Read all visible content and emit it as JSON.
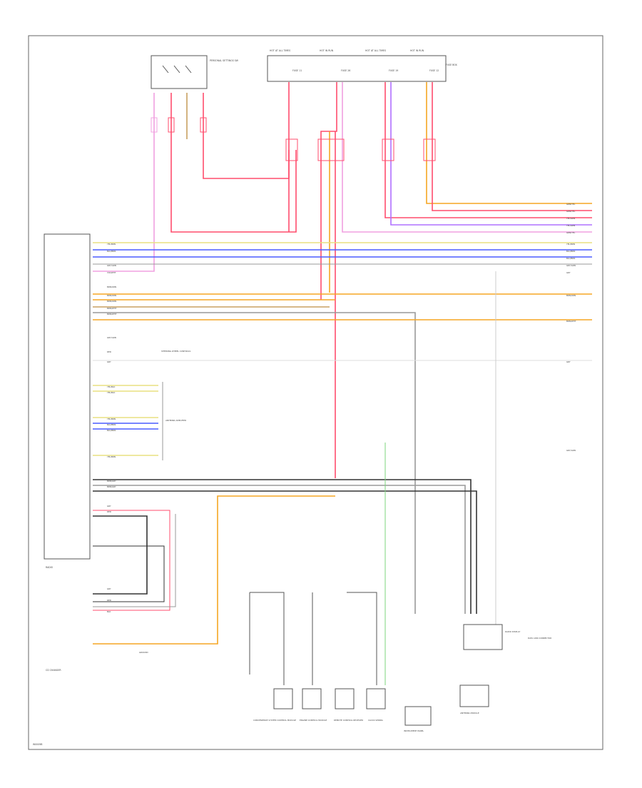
{
  "diagram": {
    "page_code": "W0009B",
    "colors": {
      "pink": "#f0a0e0",
      "red": "#ff4d6d",
      "orange": "#f5a623",
      "yellow": "#e8e080",
      "blue": "#4a5cff",
      "violet": "#b070ff",
      "black": "#333333",
      "gray": "#999999",
      "green": "#7ed57e",
      "tan": "#c8a060"
    },
    "header": {
      "switch_box_label": "PERSONAL SETTINGS SW",
      "fuse_labels": [
        "HOT AT ALL TIMES",
        "HOT IN RUN",
        "HOT AT ALL TIMES",
        "HOT IN RUN"
      ],
      "fuse_names": [
        "FUSE 11",
        "FUSE 26",
        "FUSE 19",
        "FUSE 12"
      ],
      "fuse_right_label": "FUSE BOX"
    },
    "module": {
      "label": "RADIO",
      "bottom_label": "CD CHANGER"
    },
    "right_wire_labels": [
      "GRN/YEL",
      "GRN/YEL",
      "YEL/GRN",
      "YEL/GRN",
      "GRN/YEL",
      "YEL/BRN",
      "BLU/BRN",
      "BLU/BRN",
      "GRY/GRN",
      "GRY",
      "BRN/ORN",
      "BRN/WHT",
      "GRY",
      "GRY/GRN"
    ],
    "left_wire_labels": [
      "YEL/BRN",
      "BLU/BRN",
      "GRY/GRN",
      "VIO/WHT",
      "BRN/ORN",
      "BRN/ORN",
      "BRN/ORN",
      "BRN/WHT",
      "BRN/WHT",
      "GRY/GRN",
      "RED",
      "GRY",
      "YEL/BLK",
      "YEL/BLK",
      "YEL/BRN",
      "BLU/BRN",
      "BLU/BRN",
      "YEL/BRN",
      "BRN/GRY",
      "BRN/GRY",
      "GRY",
      "RED",
      "GRY",
      "RED",
      "BLK"
    ],
    "annotations": {
      "steering_control": "STEERING WHEEL CONTROLS",
      "antenna": "ANTENNA AMPLIFIER",
      "ground": "GROUND",
      "data_link": "DATA LINK CONNECTOR"
    },
    "bottom_components": [
      "CONVENIENCE SYSTEM CONTROL MODULE",
      "ENGINE CONTROL MODULE",
      "REMOTE CONTROL RECEIVER",
      "CLOCK SPRING",
      "INSTRUMENT PANEL",
      "RADIO DISPLAY",
      "ANTENNA MODULE"
    ],
    "right_labels": [
      "GRY/GRN",
      "GRY/GRN"
    ]
  }
}
